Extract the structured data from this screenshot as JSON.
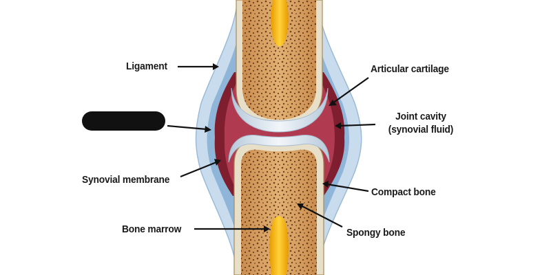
{
  "labels": {
    "ligament": "Ligament",
    "articular_cartilage": "Articular cartilage",
    "joint_cavity_line1": "Joint cavity",
    "joint_cavity_line2": "(synovial fluid)",
    "synovial_membrane": "Synovial membrane",
    "compact_bone": "Compact bone",
    "bone_marrow": "Bone marrow",
    "spongy_bone": "Spongy bone"
  },
  "colors": {
    "ligament_outer": "#c8dcee",
    "ligament_inner": "#8fb6d9",
    "synovial_membrane": "#7e1e2e",
    "joint_cavity": "#b03a4f",
    "cartilage": "#e4ecf4",
    "compact_bone": "#e8dfc9",
    "spongy_bone": "#d9a56a",
    "marrow": "#f5b800",
    "label_text": "#1a1a1a",
    "redaction": "#111111"
  }
}
